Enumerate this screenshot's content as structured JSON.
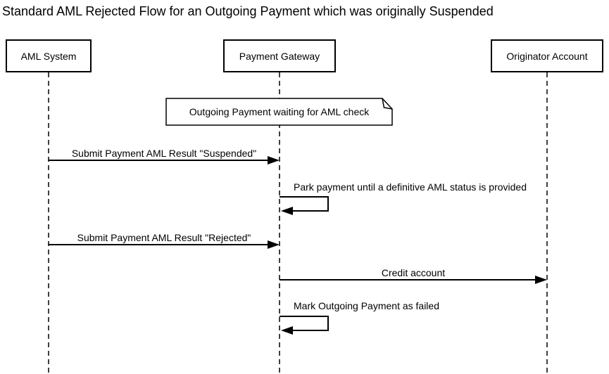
{
  "title": "Standard AML Rejected Flow for an Outgoing Payment which was originally Suspended",
  "colors": {
    "background": "#ffffff",
    "line": "#000000",
    "text": "#000000",
    "shape_fill": "#ffffff"
  },
  "participants": [
    {
      "name": "AML System"
    },
    {
      "name": "Payment Gateway"
    },
    {
      "name": "Originator Account"
    }
  ],
  "note": {
    "text": "Outgoing Payment waiting for AML check"
  },
  "messages": [
    {
      "from": "AML System",
      "to": "Payment Gateway",
      "label": "Submit Payment AML Result \"Suspended\"",
      "type": "arrow"
    },
    {
      "from": "Payment Gateway",
      "to": "Payment Gateway",
      "label": "Park payment until a definitive AML status is provided",
      "type": "self"
    },
    {
      "from": "AML System",
      "to": "Payment Gateway",
      "label": "Submit Payment AML Result \"Rejected\"",
      "type": "arrow"
    },
    {
      "from": "Payment Gateway",
      "to": "Originator Account",
      "label": "Credit account",
      "type": "arrow"
    },
    {
      "from": "Payment Gateway",
      "to": "Payment Gateway",
      "label": "Mark Outgoing Payment as failed",
      "type": "self"
    }
  ]
}
